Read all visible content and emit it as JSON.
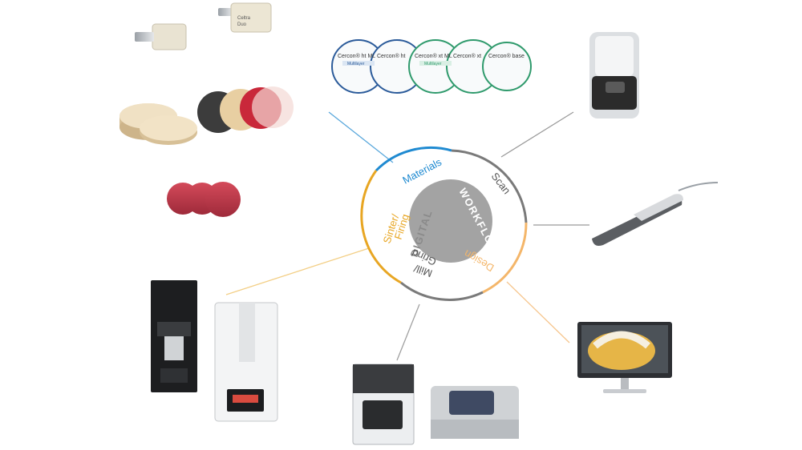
{
  "diagram": {
    "center_words": [
      "DIGITAL",
      "WORKFLOW"
    ],
    "stages": [
      {
        "id": "materials",
        "label": "Materials",
        "color": "#1f8ad1"
      },
      {
        "id": "scan",
        "label": "Scan",
        "color": "#555555"
      },
      {
        "id": "design",
        "label": "Design",
        "color": "#f4b66a"
      },
      {
        "id": "mill",
        "label_lines": [
          "Mill/",
          "Grind"
        ],
        "color": "#555555"
      },
      {
        "id": "sinter",
        "label_lines": [
          "Sinter/",
          "Firing"
        ],
        "color": "#e8a623"
      }
    ],
    "colors": {
      "inner_disc": "#a3a3a3",
      "ring": "#8c8c8c",
      "connector_materials": "#5aa8dc",
      "connector_scan": "#9a9a9a",
      "connector_design": "#f6c68e",
      "connector_mill": "#a0a0a0",
      "connector_sinter": "#f3cf86"
    }
  },
  "products": {
    "cerec_discs": [
      "Cercon® ht ML",
      "Cercon® ht",
      "Cercon® xt ML",
      "Cercon® xt",
      "Cercon® base"
    ],
    "disc_badges": [
      "Multilayer",
      "",
      "Multilayer",
      "",
      ""
    ],
    "block_label_1": "Celtra",
    "block_label_2": "Duo"
  }
}
